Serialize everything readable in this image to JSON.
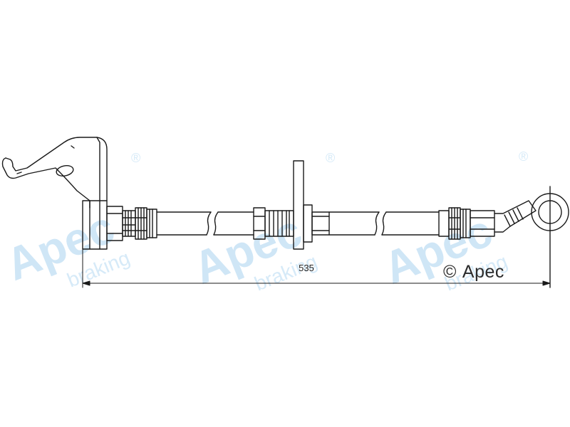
{
  "watermark": {
    "brand": "Apec",
    "tagline": "braking",
    "registered": "®",
    "color": "#cfe6f6"
  },
  "dimension": {
    "length_label": "535"
  },
  "copyright": {
    "symbol": "©",
    "owner": "Apec"
  },
  "colors": {
    "line": "#1a1a1a",
    "background": "#ffffff"
  }
}
